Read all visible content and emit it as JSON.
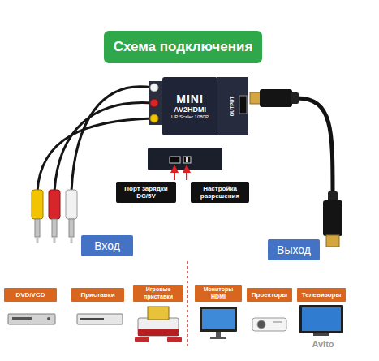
{
  "diagram": {
    "title": "Схема подключения",
    "nodes": [
      {
        "text": [
          "MINI",
          "AV2HDMI",
          "UP Scaler 1080P"
        ]
      },
      {
        "text": [
          "Порт зарядки DC/5V"
        ]
      },
      {
        "text": [
          "Настройка разрешения"
        ]
      },
      {
        "text": [
          "Вход"
        ]
      },
      {
        "text": [
          "Выход"
        ]
      },
      {
        "text": [
          "DVD/VCD"
        ]
      },
      {
        "text": [
          "Приставки"
        ]
      },
      {
        "text": [
          "Игровые приставки"
        ]
      },
      {
        "text": [
          "Мониторы HDMI"
        ]
      },
      {
        "text": [
          "Проекторы"
        ]
      },
      {
        "text": [
          "Телевизоры"
        ]
      }
    ],
    "labels": [
      "OUTPUT",
      "Avito"
    ]
  }
}
